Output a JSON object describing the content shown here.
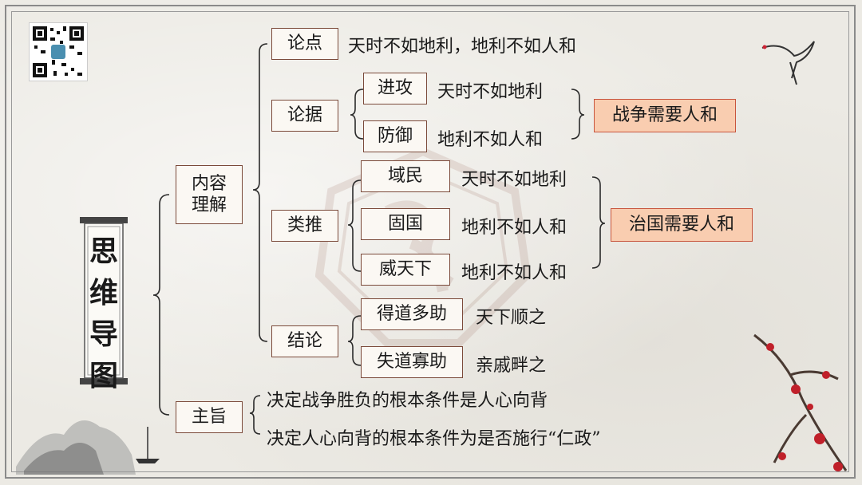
{
  "title_chars": [
    "思",
    "维",
    "导",
    "图"
  ],
  "nodes": {
    "neirong": "内容\n理解",
    "zhuzhi": "主旨",
    "lundian": "论点",
    "lunju": "论据",
    "leitui": "类推",
    "jielun": "结论",
    "jingong": "进攻",
    "fangyu": "防御",
    "yumin": "域民",
    "guguo": "固国",
    "weitianxia": "威天下",
    "dedao": "得道多助",
    "shidao": "失道寡助",
    "zhanzheng": "战争需要人和",
    "zhiguo": "治国需要人和"
  },
  "texts": {
    "lundian_text": "天时不如地利，地利不如人和",
    "jingong_text": "天时不如地利",
    "fangyu_text": "地利不如人和",
    "yumin_text": "天时不如地利",
    "guguo_text": "地利不如人和",
    "weitianxia_text": "地利不如人和",
    "dedao_text": "天下顺之",
    "shidao_text": "亲戚畔之",
    "zhuzhi_line1": "决定战争胜负的根本条件是人心向背",
    "zhuzhi_line2": "决定人心向背的根本条件为是否施行“仁政”"
  },
  "colors": {
    "box_border": "#7b4a3a",
    "highlight_fill": "#f9cdb0",
    "highlight_border": "#c8553d"
  }
}
